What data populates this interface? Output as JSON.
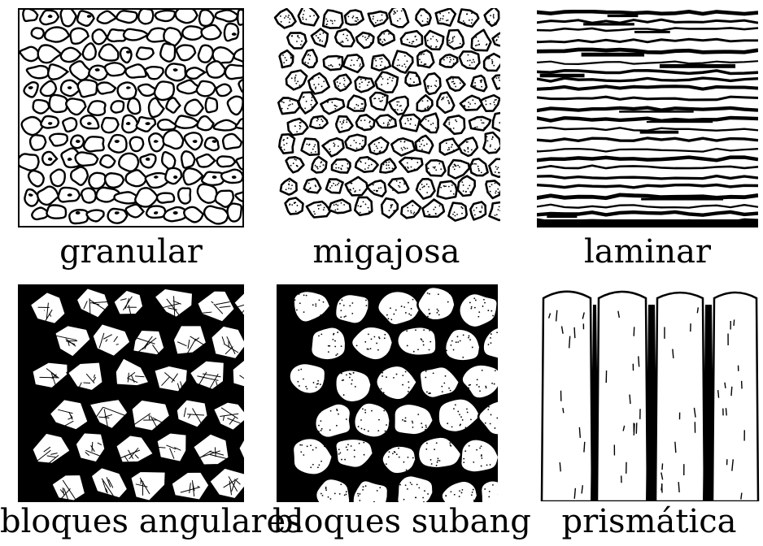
{
  "panels": [
    {
      "label": "granular",
      "texture": "granular-texture"
    },
    {
      "label": "migajosa",
      "texture": "crumb-texture"
    },
    {
      "label": "laminar",
      "texture": "platy-texture"
    },
    {
      "label": "bloques angulares",
      "texture": "angular-blocky-texture"
    },
    {
      "label": "bloques subang",
      "texture": "subangular-blocky-texture"
    },
    {
      "label": "prismática",
      "texture": "prismatic-texture"
    }
  ],
  "colors": {
    "ink": "#000000",
    "paper": "#ffffff"
  }
}
